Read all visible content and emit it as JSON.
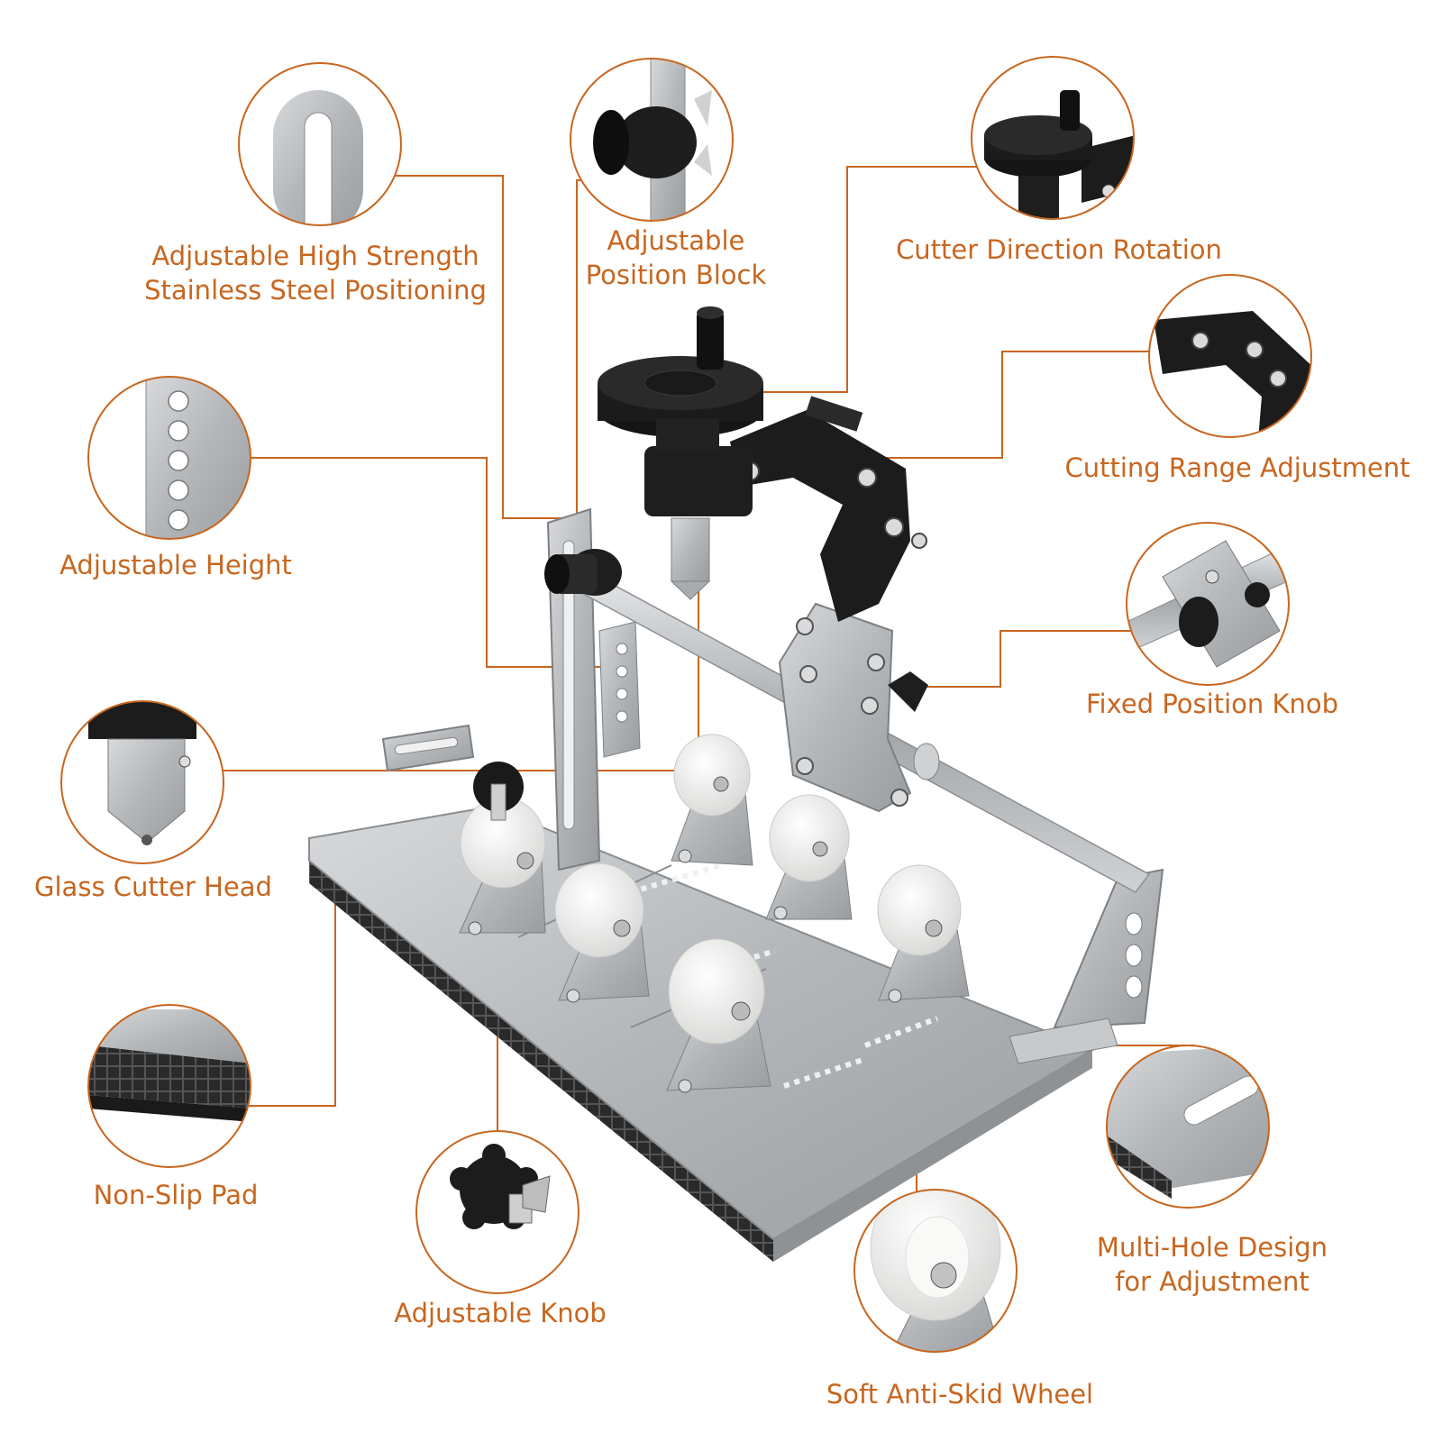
{
  "colors": {
    "accent": "#c8661f",
    "circle_border": "#c8661f",
    "steel": "#b9bcbf",
    "steel_dark": "#8a8d90",
    "black_part": "#1c1c1c",
    "wheel": "#f2f2f2"
  },
  "callouts": [
    {
      "id": "positioning",
      "lines": [
        "Adjustable High Strength",
        "Stainless Steel Positioning"
      ],
      "icon": "steel-slot-icon"
    },
    {
      "id": "position-block",
      "lines": [
        "Adjustable",
        "Position Block"
      ],
      "icon": "position-block-icon"
    },
    {
      "id": "rotation",
      "lines": [
        "Cutter Direction Rotation"
      ],
      "icon": "rotation-knob-icon"
    },
    {
      "id": "cutting-range",
      "lines": [
        "Cutting Range Adjustment"
      ],
      "icon": "hinge-arm-icon"
    },
    {
      "id": "height",
      "lines": [
        "Adjustable Height"
      ],
      "icon": "perforated-bar-icon"
    },
    {
      "id": "fixed-knob",
      "lines": [
        "Fixed Position Knob"
      ],
      "icon": "rod-clamp-icon"
    },
    {
      "id": "cutter-head",
      "lines": [
        "Glass Cutter Head"
      ],
      "icon": "cutter-head-icon"
    },
    {
      "id": "non-slip",
      "lines": [
        "Non-Slip Pad"
      ],
      "icon": "rubber-pad-icon"
    },
    {
      "id": "knob",
      "lines": [
        "Adjustable Knob"
      ],
      "icon": "star-knob-icon"
    },
    {
      "id": "wheel",
      "lines": [
        "Soft Anti-Skid Wheel"
      ],
      "icon": "wheel-icon"
    },
    {
      "id": "multi-hole",
      "lines": [
        "Multi-Hole Design",
        "for Adjustment"
      ],
      "icon": "multi-hole-plate-icon"
    }
  ]
}
